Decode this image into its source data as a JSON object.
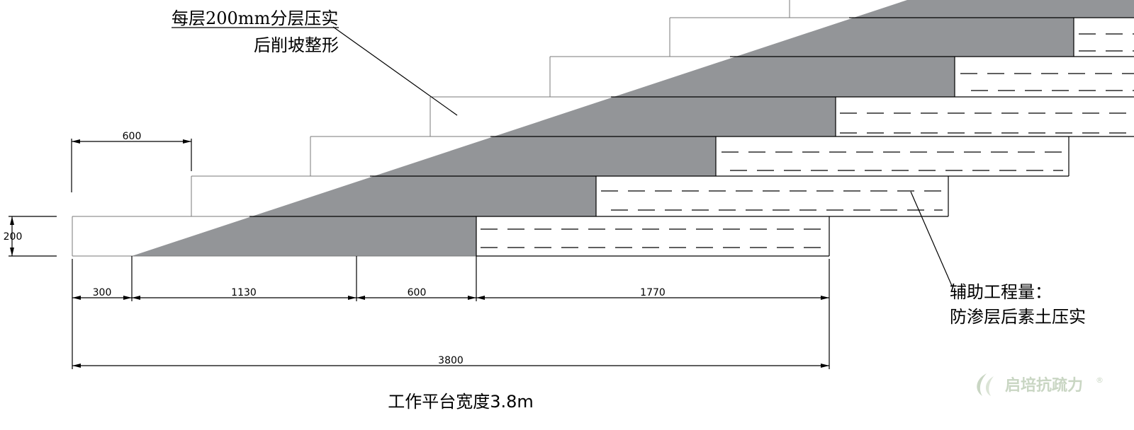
{
  "annotations": {
    "top_line1": "每层200mm分层压实",
    "top_line2": "后削坡整形",
    "right_line1": "辅助工程量：",
    "right_line2": "防渗层后素土压实"
  },
  "dimensions": {
    "top_width": "600",
    "layer_height": "200",
    "bottom_segments": [
      "300",
      "1130",
      "600",
      "1770"
    ],
    "total_width": "3800"
  },
  "caption": "工作平台宽度3.8m",
  "watermark": {
    "brand": "启培抗疏力",
    "mark": "®"
  },
  "colors": {
    "slope_fill": "#939598",
    "line": "#000000",
    "thin_line": "#7a7a7a",
    "watermark": "#c9d6c3"
  }
}
